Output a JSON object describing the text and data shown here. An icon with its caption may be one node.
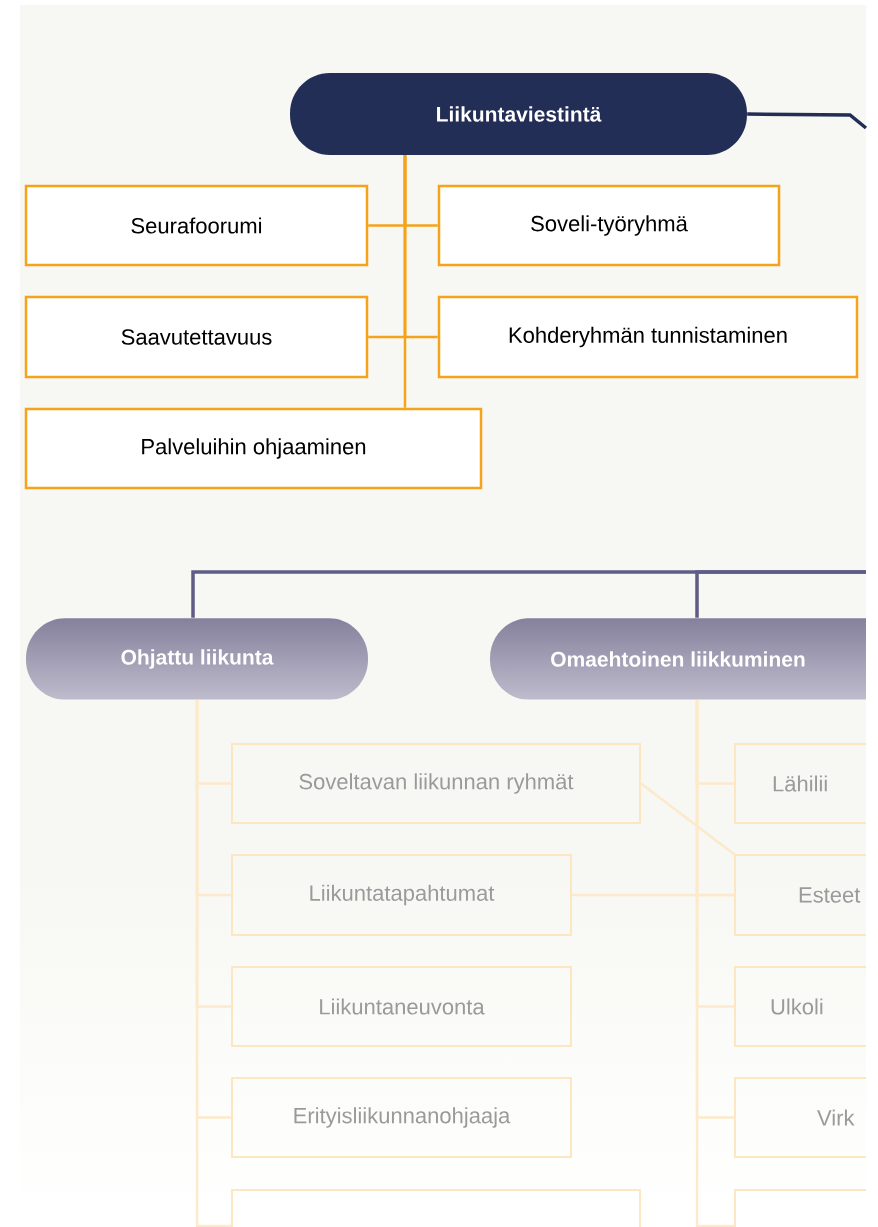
{
  "diagram": {
    "nodes": [
      {
        "text": [
          "Liikuntaviestintä"
        ]
      },
      {
        "text": [
          "Seurafoorumi"
        ]
      },
      {
        "text": [
          "Soveli-työryhmä"
        ]
      },
      {
        "text": [
          "Saavutettavuus"
        ]
      },
      {
        "text": [
          "Kohderyhmän tunnistaminen"
        ]
      },
      {
        "text": [
          "Palveluihin ohjaaminen"
        ]
      },
      {
        "text": [
          "Ohjattu liikunta"
        ]
      },
      {
        "text": [
          "Omaehtoinen liikkuminen"
        ]
      },
      {
        "text": [
          "Soveltavan liikunnan ryhmät"
        ]
      },
      {
        "text": [
          "Liikuntatapahtumat"
        ]
      },
      {
        "text": [
          "Liikuntaneuvonta"
        ]
      },
      {
        "text": [
          "Erityisliikunnanohjaaja"
        ]
      },
      {
        "text": [],
        "shape": "box"
      },
      {
        "text": [
          "Lähilii"
        ]
      },
      {
        "text": [
          "Esteet"
        ]
      },
      {
        "text": [
          "Ulkoli"
        ]
      },
      {
        "text": [
          "Virk"
        ]
      },
      {
        "text": [],
        "shape": "box"
      }
    ],
    "edges": [
      {
        "from": 0,
        "to": 1,
        "arrow": "none",
        "color": "#f5a31a"
      },
      {
        "from": 0,
        "to": 2,
        "arrow": "none",
        "color": "#f5a31a"
      },
      {
        "from": 0,
        "to": 3,
        "arrow": "none",
        "color": "#f5a31a"
      },
      {
        "from": 0,
        "to": 4,
        "arrow": "none",
        "color": "#f5a31a"
      },
      {
        "from": 0,
        "to": 5,
        "arrow": "none",
        "color": "#f5a31a"
      },
      {
        "from": 0,
        "to": null,
        "arrow": "none",
        "color": "#222e56"
      },
      {
        "from": null,
        "to": 6,
        "arrow": "none",
        "color": "#5f5d86"
      },
      {
        "from": null,
        "to": 7,
        "arrow": "none",
        "color": "#5f5d86"
      },
      {
        "from": 6,
        "to": 8,
        "arrow": "none"
      },
      {
        "from": 6,
        "to": 9,
        "arrow": "none"
      },
      {
        "from": 6,
        "to": 10,
        "arrow": "none"
      },
      {
        "from": 6,
        "to": 11,
        "arrow": "none"
      },
      {
        "from": 6,
        "to": 12,
        "arrow": "none"
      },
      {
        "from": 7,
        "to": 13,
        "arrow": "none"
      },
      {
        "from": 7,
        "to": 14,
        "arrow": "none"
      },
      {
        "from": 7,
        "to": 15,
        "arrow": "none"
      },
      {
        "from": 7,
        "to": 16,
        "arrow": "none"
      },
      {
        "from": 7,
        "to": 17,
        "arrow": "none"
      },
      {
        "from": 8,
        "to": 14,
        "arrow": "none"
      },
      {
        "from": 9,
        "to": 14,
        "arrow": "none"
      }
    ]
  }
}
